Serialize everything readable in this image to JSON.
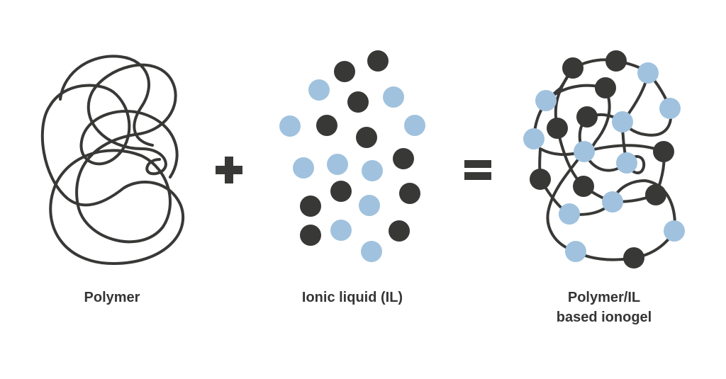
{
  "labels": {
    "polymer": "Polymer",
    "ionic_liquid": "Ionic liquid (IL)",
    "ionogel_line1": "Polymer/IL",
    "ionogel_line2": "based ionogel"
  },
  "operators": {
    "plus": "+",
    "equals": "="
  },
  "colors": {
    "dark": "#383836",
    "blue": "#a0c2de",
    "text": "#353535"
  }
}
